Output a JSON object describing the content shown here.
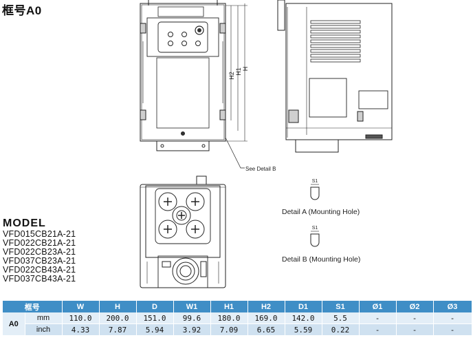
{
  "frame_title": "框号A0",
  "model": {
    "heading": "MODEL",
    "items": [
      "VFD015CB21A-21",
      "VFD022CB21A-21",
      "VFD022CB23A-21",
      "VFD037CB23A-21",
      "VFD022CB43A-21",
      "VFD037CB43A-21"
    ]
  },
  "drawing": {
    "dim_h2": "H2",
    "dim_h1": "H1",
    "dim_h": "H",
    "see_detail_b": "See Detail B",
    "detail_a_tag": "S1",
    "detail_a_label": "Detail A (Mounting Hole)",
    "detail_b_tag": "S1",
    "detail_b_label": "Detail B (Mounting Hole)"
  },
  "table": {
    "headers": [
      "框号",
      "W",
      "H",
      "D",
      "W1",
      "H1",
      "H2",
      "D1",
      "S1",
      "Ø1",
      "Ø2",
      "Ø3"
    ],
    "frame": "A0",
    "rows": [
      {
        "unit": "mm",
        "values": [
          "110.0",
          "200.0",
          "151.0",
          "99.6",
          "180.0",
          "169.0",
          "142.0",
          "5.5",
          "-",
          "-",
          "-"
        ]
      },
      {
        "unit": "inch",
        "values": [
          "4.33",
          "7.87",
          "5.94",
          "3.92",
          "7.09",
          "6.65",
          "5.59",
          "0.22",
          "-",
          "-",
          "-"
        ]
      }
    ]
  }
}
